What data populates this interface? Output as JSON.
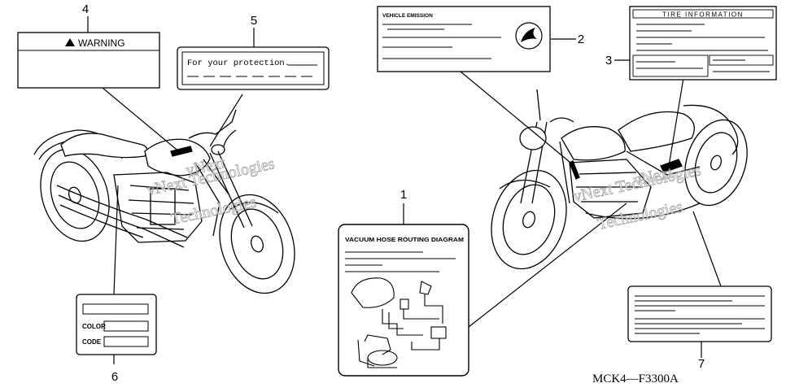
{
  "callouts": {
    "c1": "1",
    "c2": "2",
    "c3": "3",
    "c4": "4",
    "c5": "5",
    "c6": "6",
    "c7": "7"
  },
  "labels": {
    "warning": "WARNING",
    "protection": "For your protection.",
    "emission": "VEHICLE EMISSION",
    "tire": "TIRE INFORMATION",
    "vacuum": "VACUUM HOSE ROUTING DIAGRAM",
    "color": "COLOR",
    "code": "CODE"
  },
  "reference_code": "MCK4—F3300A",
  "watermark": {
    "line1": "vNext Technologies",
    "line2": "Technologies",
    "line3": "vNext"
  },
  "icons": [
    "warning-triangle-icon",
    "honda-wing-icon"
  ]
}
